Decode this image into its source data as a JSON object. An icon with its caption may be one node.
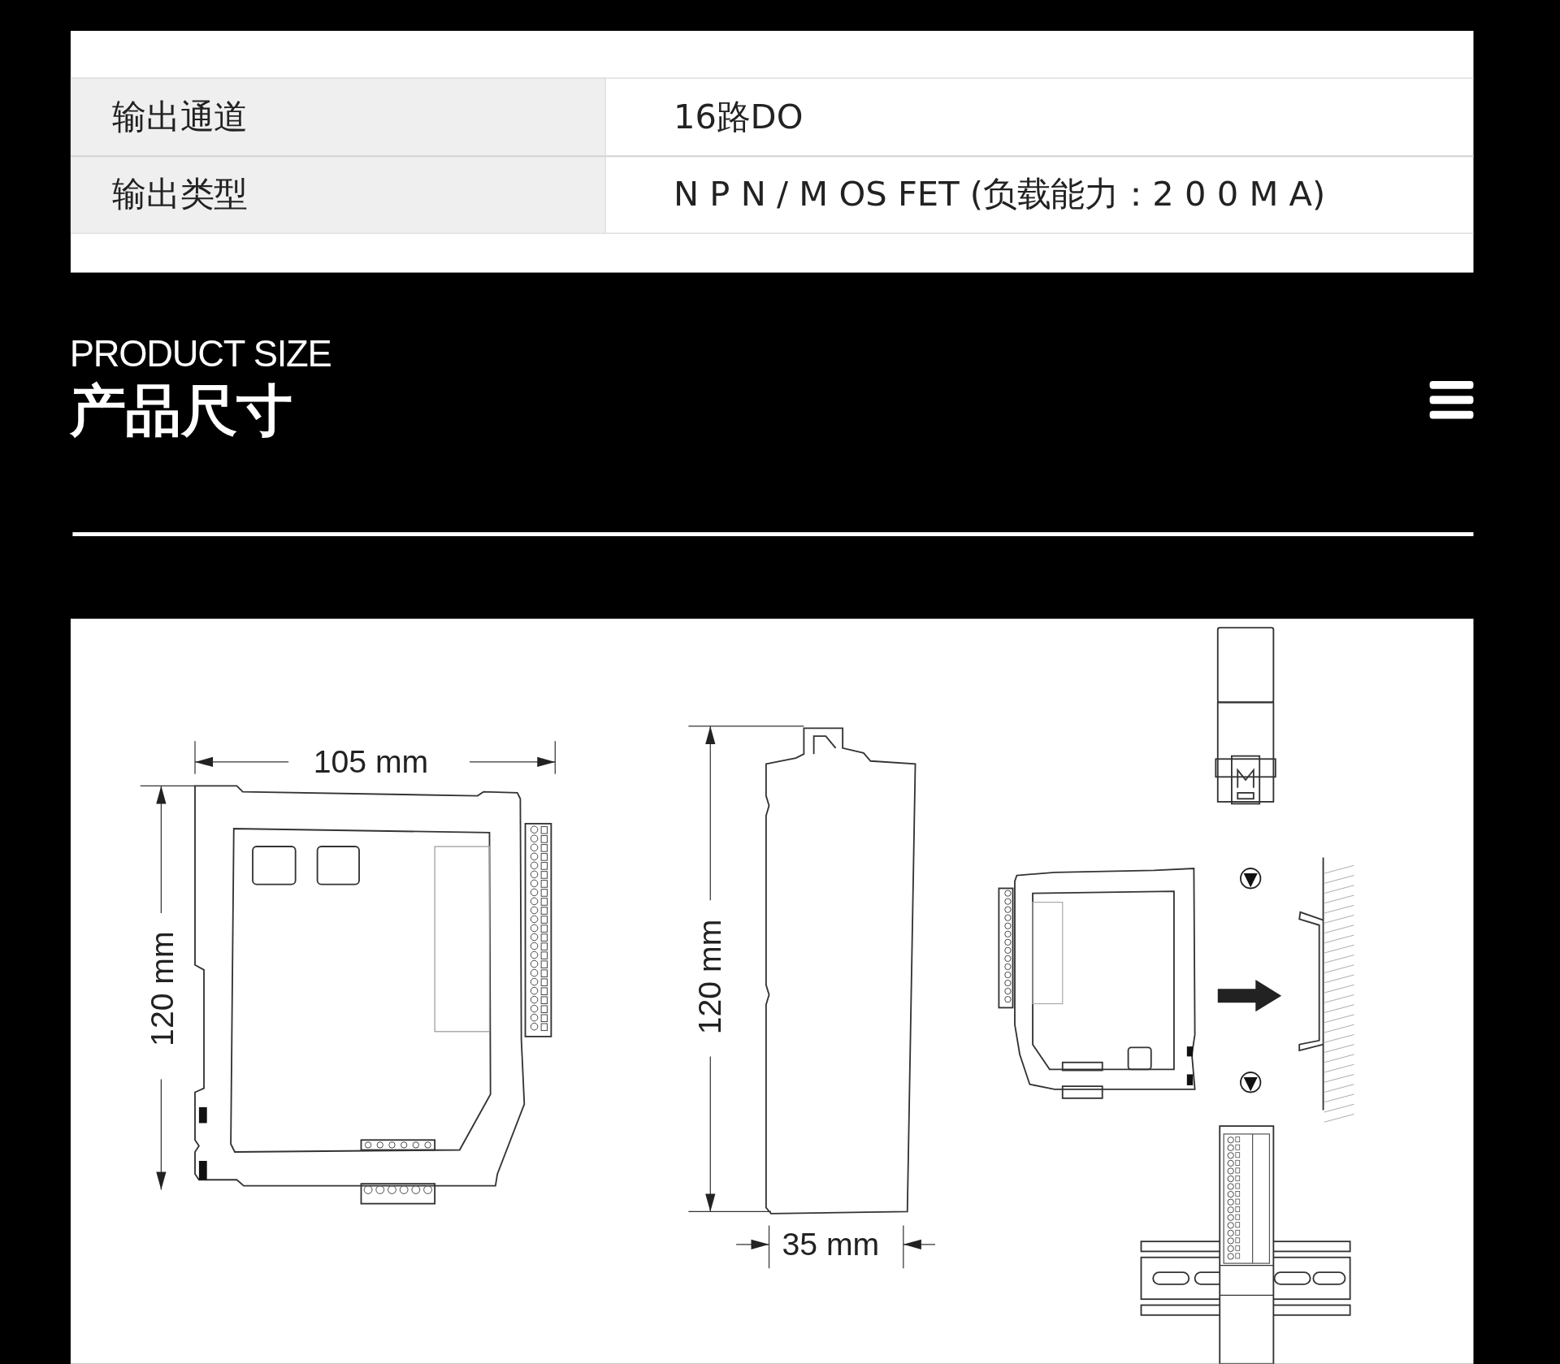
{
  "diagram": {
    "title": "产品尺寸",
    "labels": [
      "输出通道",
      "16路DO",
      "输出类型",
      "N P N / M OS FET (负载能力：2 0 0 M A)",
      "PRODUCT SIZE",
      "105 mm",
      "120 mm",
      "120 mm",
      "35 mm"
    ]
  }
}
